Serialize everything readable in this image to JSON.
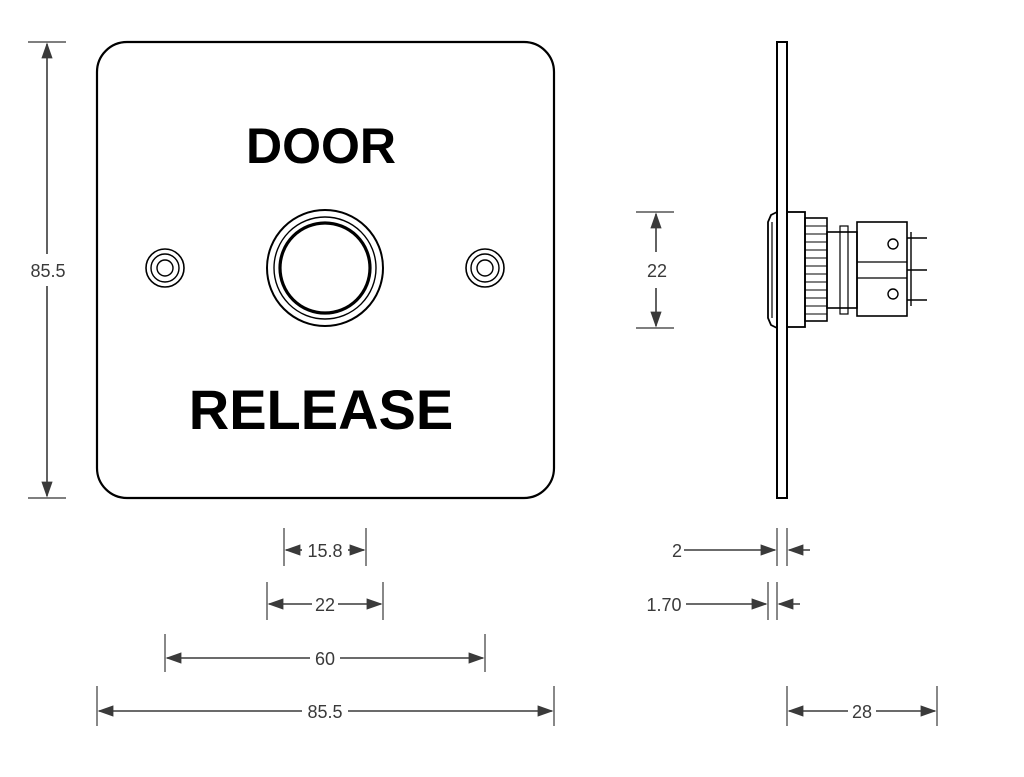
{
  "plate": {
    "label_top": "DOOR",
    "label_bottom": "RELEASE"
  },
  "dimensions": {
    "height": "85.5",
    "button_inner": "15.8",
    "button_outer": "22",
    "screw_spacing": "60",
    "width": "85.5",
    "side_body": "22",
    "plate_thickness": "2",
    "bezel_thickness": "1.70",
    "depth": "28"
  },
  "colors": {
    "line": "#3a3a3a",
    "outline": "#000000",
    "background": "#ffffff"
  }
}
